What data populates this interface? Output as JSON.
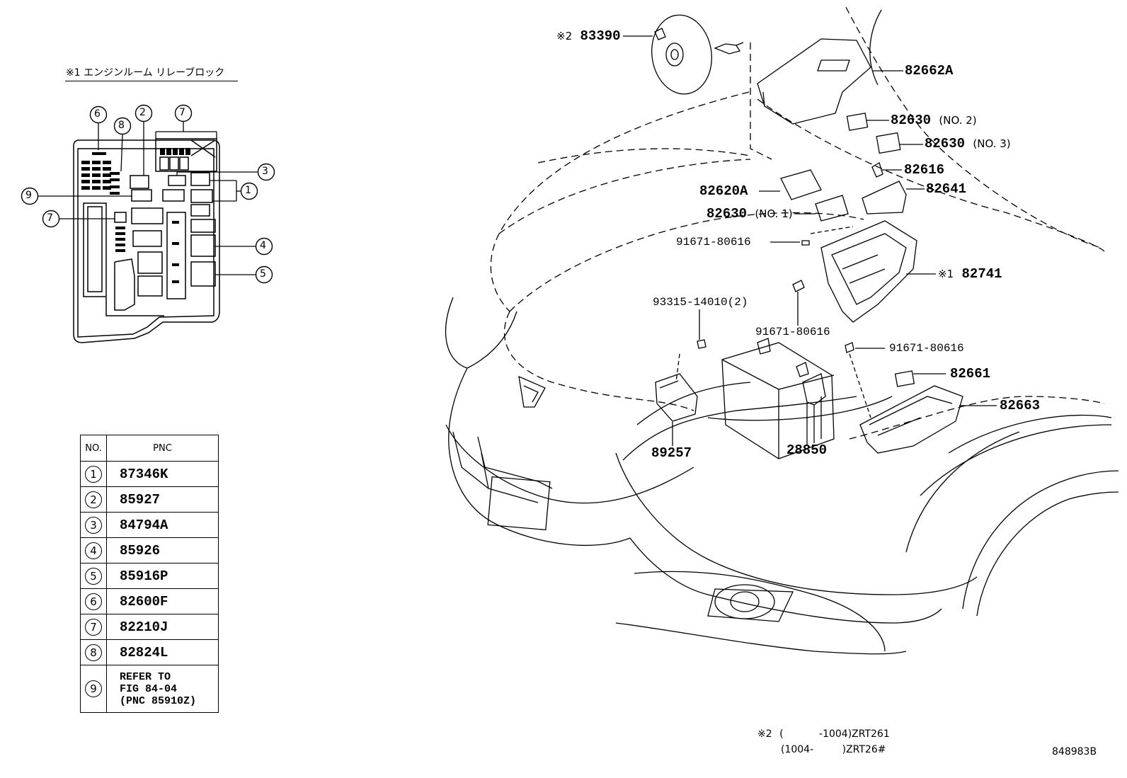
{
  "relay_block": {
    "title": "※1 エンジンルーム リレーブロック",
    "callouts": [
      "6",
      "8",
      "2",
      "7",
      "3",
      "9",
      "1",
      "7",
      "4",
      "5"
    ]
  },
  "table": {
    "header_no": "NO.",
    "header_pnc": "PNC",
    "rows": [
      {
        "no": "1",
        "pnc": "87346K"
      },
      {
        "no": "2",
        "pnc": "85927"
      },
      {
        "no": "3",
        "pnc": "84794A"
      },
      {
        "no": "4",
        "pnc": "85926"
      },
      {
        "no": "5",
        "pnc": "85916P"
      },
      {
        "no": "6",
        "pnc": "82600F"
      },
      {
        "no": "7",
        "pnc": "82210J"
      },
      {
        "no": "8",
        "pnc": "82824L"
      },
      {
        "no": "9",
        "pnc_lines": [
          "REFER TO",
          "FIG 84-04",
          "(PNC 85910Z)"
        ]
      }
    ]
  },
  "parts": {
    "p83390_prefix": "※2",
    "p83390": "83390",
    "p82662A": "82662A",
    "p82630_2": "82630",
    "p82630_2_note": "(NO. 2)",
    "p82630_3": "82630",
    "p82630_3_note": "(NO. 3)",
    "p82616": "82616",
    "p82620A": "82620A",
    "p82641": "82641",
    "p82630_1": "82630",
    "p82630_1_note": "(NO. 1)",
    "p91671_a": "91671-80616",
    "p82741_prefix": "※1",
    "p82741": "82741",
    "p93315": "93315-14010(2)",
    "p91671_b": "91671-80616",
    "p91671_c": "91671-80616",
    "p82661": "82661",
    "p82663": "82663",
    "p89257": "89257",
    "p28850": "28850"
  },
  "footnote": {
    "line1_mark": "※2",
    "line1_a": "(",
    "line1_b": "-1004)ZRT261",
    "line2_a": "(1004-",
    "line2_b": ")ZRT26#"
  },
  "figure_id": "848983B"
}
